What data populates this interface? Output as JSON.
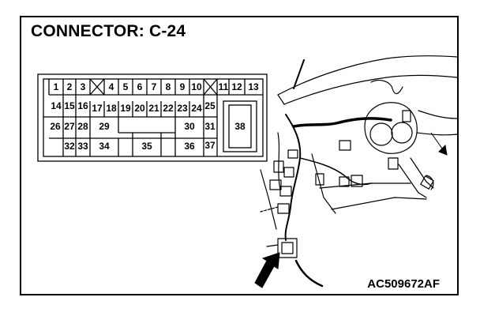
{
  "title": "CONNECTOR: C-24",
  "code": "AC509672AF",
  "pins": {
    "p1": "1",
    "p2": "2",
    "p3": "3",
    "p4": "4",
    "p5": "5",
    "p6": "6",
    "p7": "7",
    "p8": "8",
    "p9": "9",
    "p10": "10",
    "p11": "11",
    "p12": "12",
    "p13": "13",
    "p14": "14",
    "p15": "15",
    "p16": "16",
    "p17": "17",
    "p18": "18",
    "p19": "19",
    "p20": "20",
    "p21": "21",
    "p22": "22",
    "p23": "23",
    "p24": "24",
    "p25": "25",
    "p26": "26",
    "p27": "27",
    "p28": "28",
    "p29": "29",
    "p30": "30",
    "p31": "31",
    "p32": "32",
    "p33": "33",
    "p34": "34",
    "p35": "35",
    "p36": "36",
    "p37": "37",
    "p38": "38"
  }
}
